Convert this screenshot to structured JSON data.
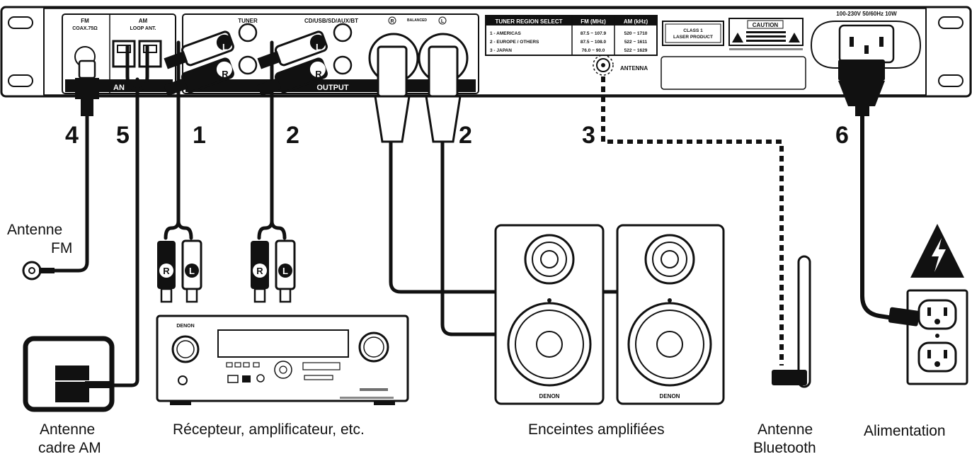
{
  "panel": {
    "fm_label": "FM",
    "fm_sub": "COAX.75Ω",
    "am_label": "AM",
    "am_sub": "LOOP ANT.",
    "am_bar_text": "AN",
    "tuner_label": "TUNER",
    "aux_label": "CD/USB/SD/AUX/BT",
    "output_label": "OUTPUT",
    "balanced_label": "BALANCED",
    "balanced_r": "R",
    "balanced_l": "L",
    "region_title": "TUNER REGION SELECT",
    "region_fm_head": "FM (MHz)",
    "region_am_head": "AM (kHz)",
    "region_rows": [
      {
        "name": "1 - AMERICAS",
        "fm": "87.5 ~ 107.9",
        "am": "520 ~ 1710"
      },
      {
        "name": "2 - EUROPE / OTHERS",
        "fm": "87.5 ~ 108.0",
        "am": "522 ~ 1611"
      },
      {
        "name": "3 - JAPAN",
        "fm": "76.0 ~ 90.0",
        "am": "522 ~ 1629"
      }
    ],
    "class_label_1": "CLASS 1",
    "class_label_2": "LASER PRODUCT",
    "caution_label": "CAUTION",
    "antenna_label": "ANTENNA",
    "power_label": "100-230V 50/60Hz 10W"
  },
  "connections": {
    "n1": "1",
    "n2a": "2",
    "n2b": "2",
    "n3": "3",
    "n4": "4",
    "n5": "5",
    "n6": "6"
  },
  "plug_marks": {
    "right": "R",
    "left": "L"
  },
  "device_brand": "DENON",
  "labels": {
    "fm_antenna_1": "Antenne",
    "fm_antenna_2": "FM",
    "am_antenna_1": "Antenne",
    "am_antenna_2": "cadre AM",
    "receiver": "Récepteur, amplificateur, etc.",
    "speakers": "Enceintes amplifiées",
    "bt_antenna_1": "Antenne",
    "bt_antenna_2": "Bluetooth",
    "power": "Alimentation"
  }
}
